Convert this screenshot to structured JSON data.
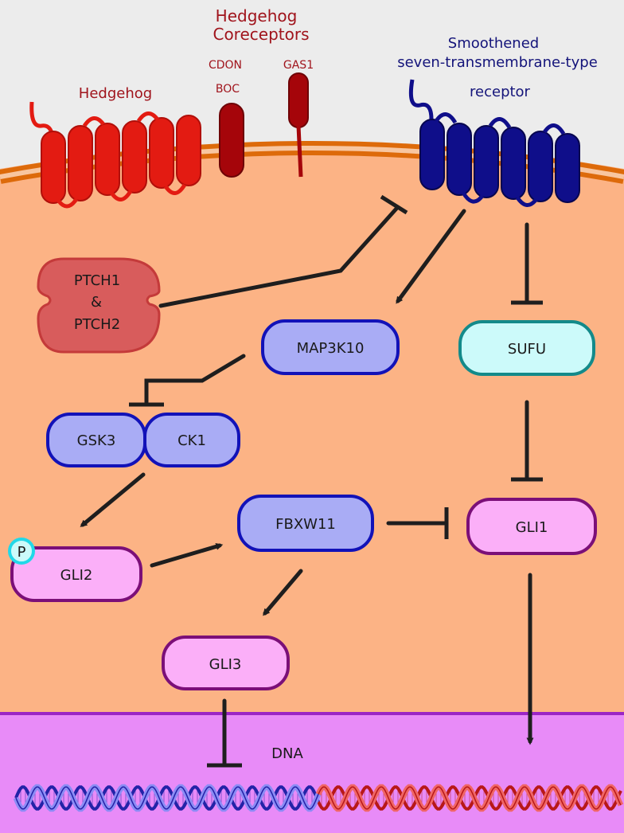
{
  "labels": {
    "hedgehog": "Hedgehog",
    "coreceptors_line1": "Hedgehog",
    "coreceptors_line2": "Coreceptors",
    "cdon": "CDON",
    "boc": "BOC",
    "gas1": "GAS1",
    "smo_line1": "Smoothened",
    "smo_line2": "seven-transmembrane-type",
    "smo_line3": "receptor",
    "ptch_line1": "PTCH1",
    "ptch_line2": "&",
    "ptch_line3": "PTCH2",
    "dna": "DNA",
    "phospho": "P"
  },
  "nodes": {
    "map3k10": "MAP3K10",
    "sufu": "SUFU",
    "gsk3": "GSK3",
    "ck1": "CK1",
    "fbxw11": "FBXW11",
    "gli1": "GLI1",
    "gli2": "GLI2",
    "gli3": "GLI3"
  },
  "colors": {
    "cell_outside": "#ececec",
    "cytoplasm": "#fcb385",
    "membrane": "#dd6a0a",
    "membrane_inner": "#f8c6a0",
    "hedgehog": "#e31b12",
    "hedgehog_dark": "#b10f0a",
    "coreceptor": "#a5050a",
    "smo": "#0f0e8a",
    "ptch_fill": "#d85c5c",
    "ptch_stroke": "#c43a3a",
    "blue_fill": "#a9acf5",
    "blue_stroke": "#1212b8",
    "teal_fill": "#ccfafa",
    "teal_stroke": "#138a8a",
    "pink_fill": "#fbaff8",
    "pink_stroke": "#7b0f78",
    "nucleus": "#e88bf8",
    "nucleus_line": "#9b25c5",
    "dna_blue": "#8c8cf5",
    "dna_blue_dark": "#2323a8",
    "dna_red": "#f06666",
    "dna_red_dark": "#b81818",
    "arrow": "#1e1e1e",
    "label_red": "#a0141c",
    "label_navy": "#14147a"
  }
}
